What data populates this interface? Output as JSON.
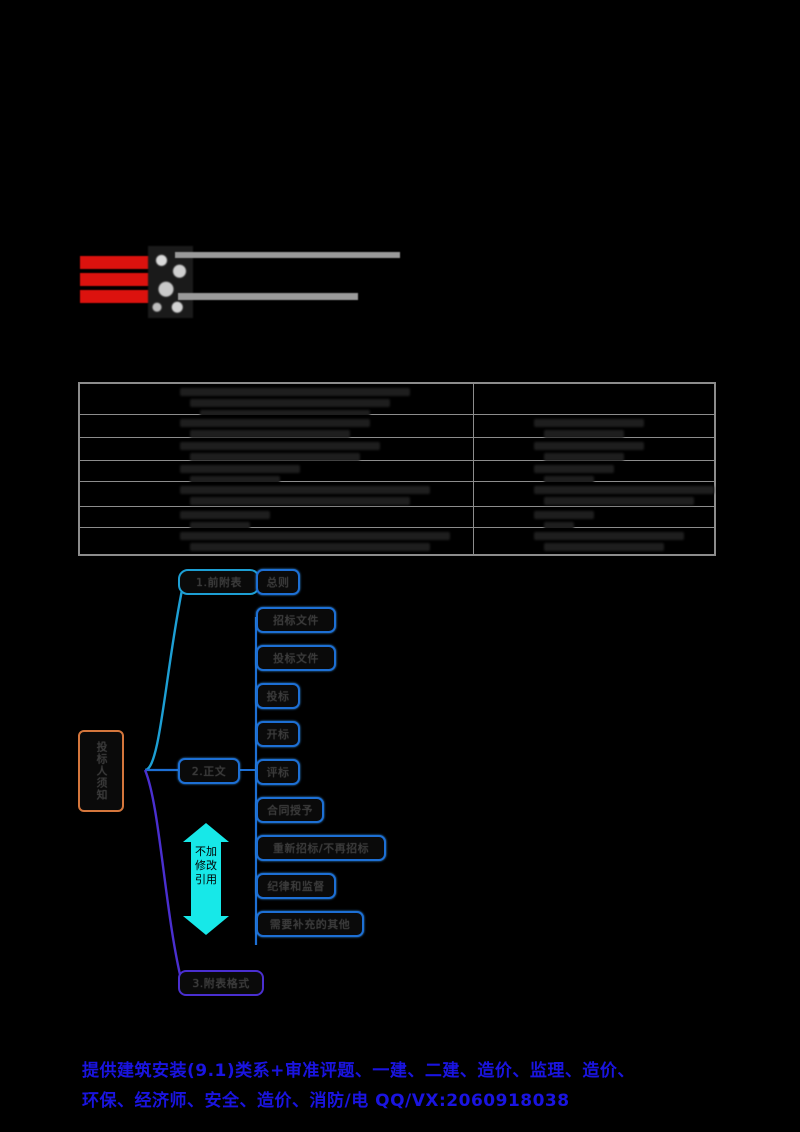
{
  "header": {
    "redacted_lines": [
      "",
      "",
      ""
    ],
    "note": "redacted"
  },
  "table": {
    "columns": [
      "",
      ""
    ],
    "rows": [
      {
        "left": "",
        "right": ""
      },
      {
        "left": "",
        "right": ""
      },
      {
        "left": "",
        "right": ""
      },
      {
        "left": "",
        "right": ""
      },
      {
        "left": "",
        "right": ""
      },
      {
        "left": "",
        "right": ""
      },
      {
        "left": "",
        "right": ""
      }
    ]
  },
  "diagram": {
    "root_label": "投标人须知",
    "branches": [
      {
        "id": "b1",
        "label": "1.前附表",
        "color": "#1d9fd4"
      },
      {
        "id": "b2",
        "label": "2.正文",
        "color": "#1d6fd4"
      },
      {
        "id": "b3",
        "label": "3.附表格式",
        "color": "#4a2fd0"
      }
    ],
    "reference_arrow_label": "不加修改引用",
    "sections": [
      "总则",
      "招标文件",
      "投标文件",
      "投标",
      "开标",
      "评标",
      "合同授予",
      "重新招标/不再招标",
      "纪律和监督",
      "需要补充的其他"
    ]
  },
  "footer": {
    "line1": "提供建筑安装(9.1)类系+审准评题、一建、二建、造价、监理、造价、",
    "line2": "环保、经济师、安全、造价、消防/电  QQ/VX:2060918038"
  },
  "colors": {
    "accent_blue": "#1d6fd4",
    "accent_cyan": "#17e8e8",
    "accent_orange": "#d4763c",
    "accent_purple": "#4a2fd0",
    "footer_text": "#1a14e0",
    "redaction_red": "#e8130f",
    "table_border": "#8c8c8c",
    "page_background": "#000000"
  }
}
